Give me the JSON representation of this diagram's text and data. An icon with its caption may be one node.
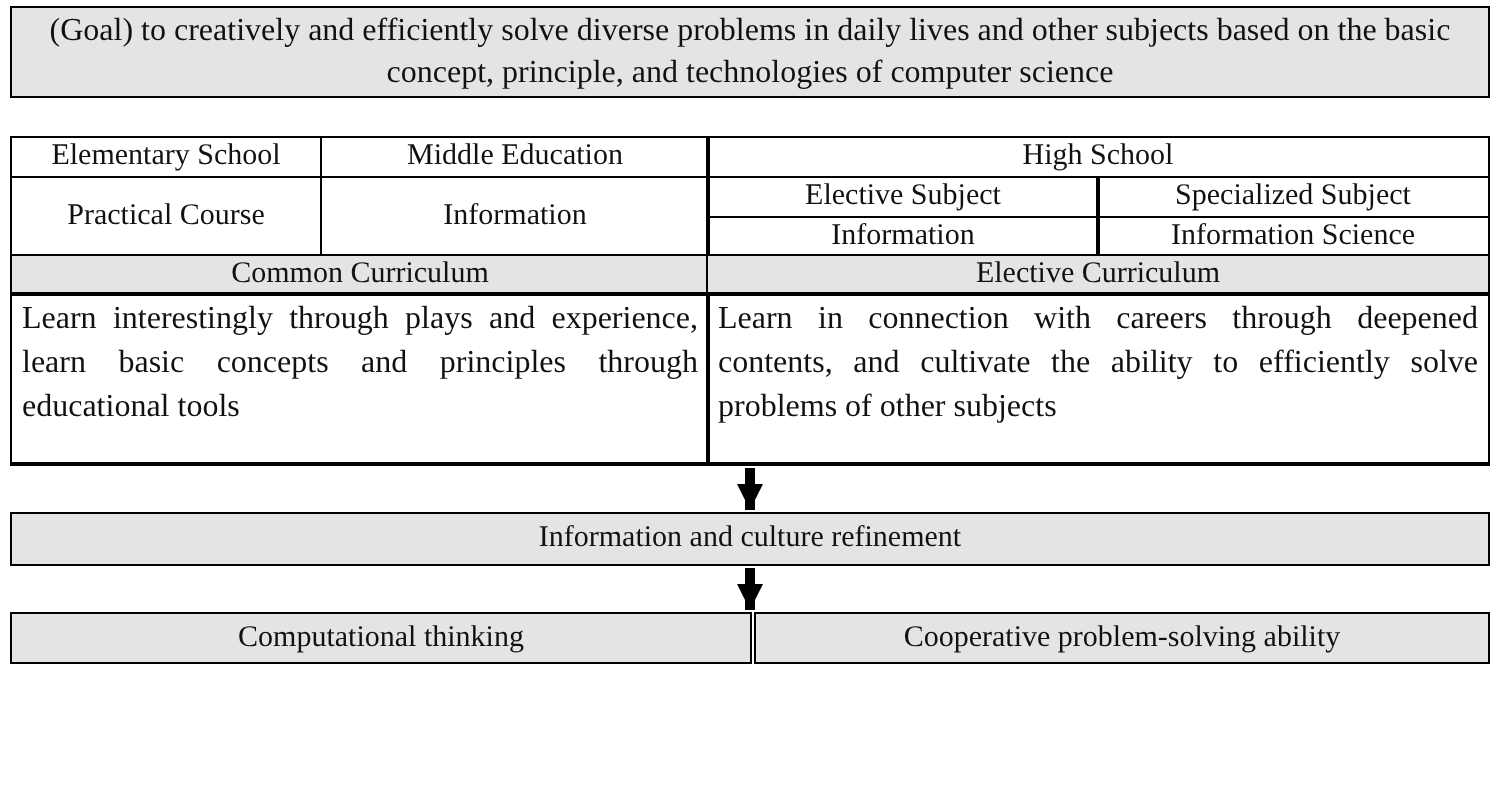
{
  "diagram": {
    "nodes": [
      {
        "text": [
          "(Goal) to creatively and efficiently solve diverse problems in daily lives and other subjects based on the basic concept, principle, and technologies of computer science"
        ]
      },
      {
        "text": [],
        "shape": "box"
      },
      {
        "text": [
          "Elementary School"
        ],
        "in": 1
      },
      {
        "text": [
          "Middle Education"
        ],
        "in": 1
      },
      {
        "text": [
          "High School"
        ],
        "in": 1
      },
      {
        "text": [
          "Practical Course"
        ],
        "in": 1
      },
      {
        "text": [
          "Information"
        ],
        "in": 1
      },
      {
        "text": [
          "Elective Subject"
        ],
        "in": 1
      },
      {
        "text": [
          "Specialized Subject"
        ],
        "in": 1
      },
      {
        "text": [
          "Information"
        ],
        "in": 1
      },
      {
        "text": [
          "Information Science"
        ],
        "in": 1
      },
      {
        "text": [
          "Common Curriculum"
        ],
        "in": 1
      },
      {
        "text": [
          "Elective Curriculum"
        ],
        "in": 1
      },
      {
        "text": [
          "Learn interestingly through plays and experience, learn basic concepts and principles through educational tools"
        ],
        "in": 1
      },
      {
        "text": [
          "Learn in connection with careers through deepened contents, and cultivate the ability to efficiently solve problems of other subjects"
        ],
        "in": 1
      },
      {
        "text": [
          "Information and culture refinement"
        ]
      },
      {
        "text": [
          "Computational thinking"
        ]
      },
      {
        "text": [
          "Cooperative problem-solving ability"
        ]
      }
    ],
    "edges": [
      {
        "from": 1,
        "to": 15,
        "arrow": "to"
      },
      {
        "from": 15,
        "to": 16,
        "arrow": "to"
      },
      {
        "from": 15,
        "to": 17,
        "arrow": "to"
      }
    ]
  }
}
